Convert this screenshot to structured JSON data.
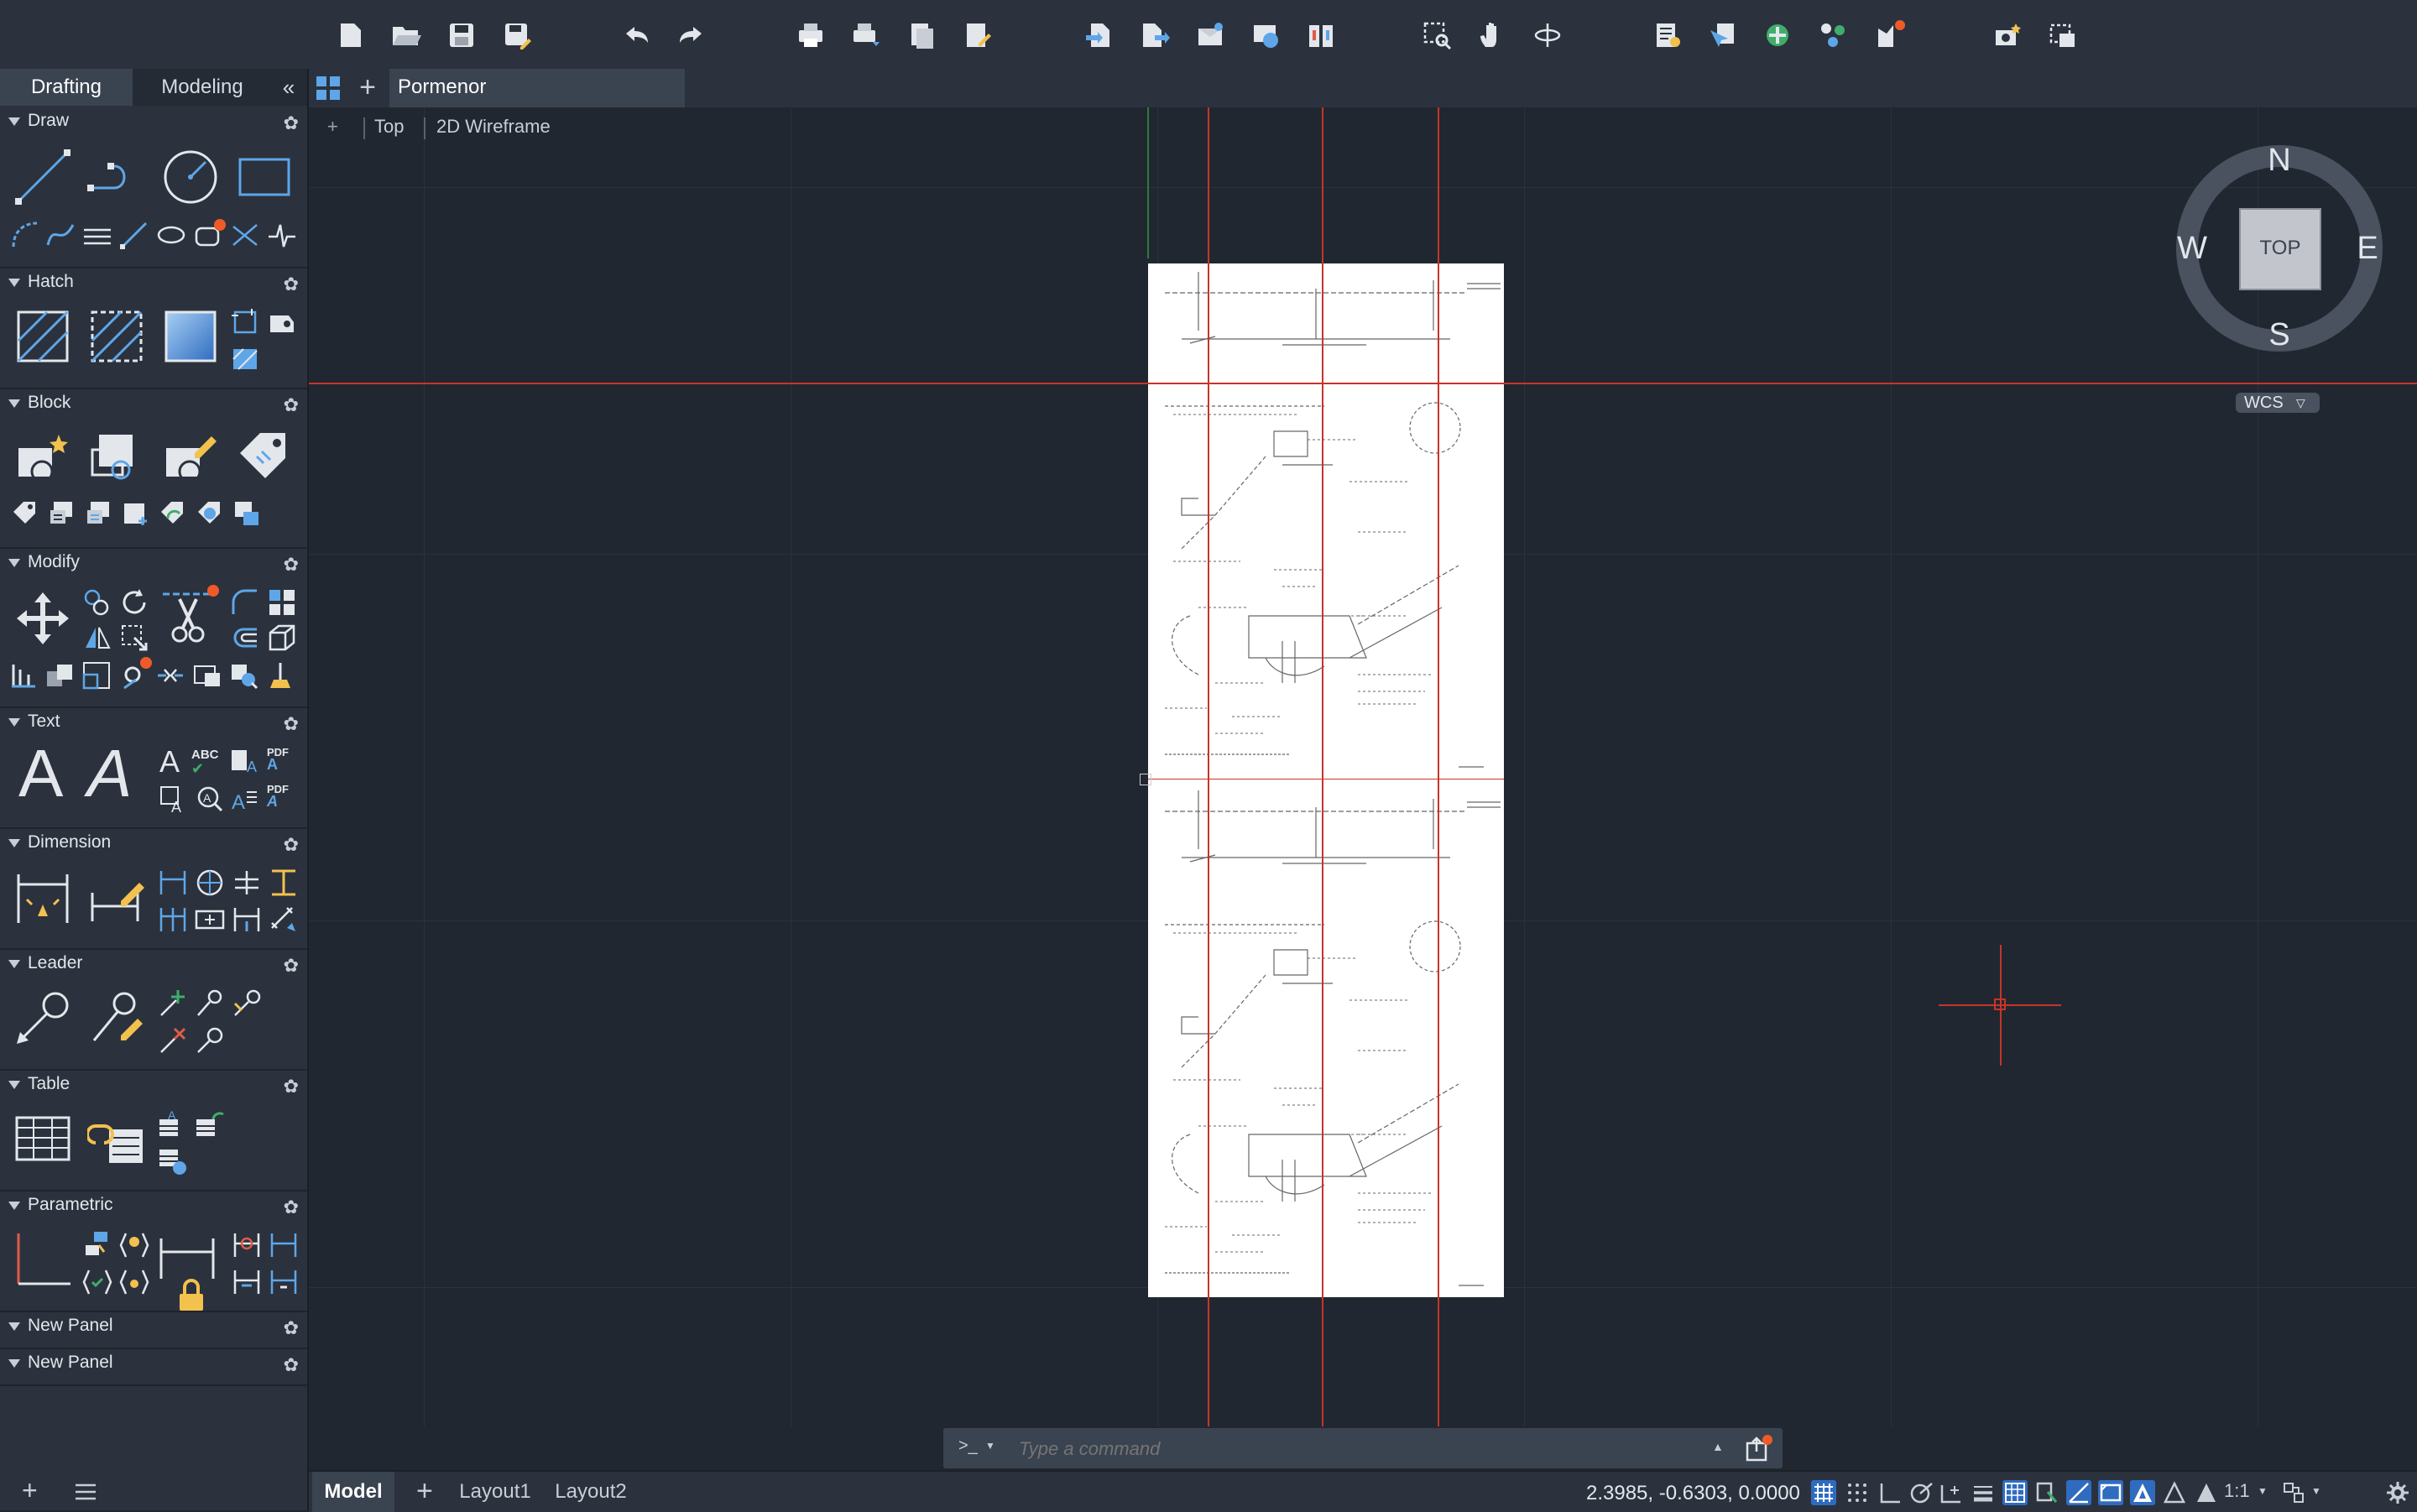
{
  "palette": {
    "tabs": [
      "Drafting",
      "Modeling"
    ],
    "collapse_glyph": "«",
    "sections": [
      "Draw",
      "Hatch",
      "Block",
      "Modify",
      "Text",
      "Dimension",
      "Leader",
      "Table",
      "Parametric",
      "New Panel",
      "New Panel"
    ],
    "text_icons": {
      "big_a": "A",
      "abc": "ABC",
      "pdf": "PDF"
    }
  },
  "file_tab": {
    "name": "Pormenor"
  },
  "viewport": {
    "controls": {
      "plus": "+",
      "view": "Top",
      "style": "2D Wireframe"
    }
  },
  "viewcube": {
    "north": "N",
    "south": "S",
    "east": "E",
    "west": "W",
    "face": "TOP",
    "ucs": "WCS"
  },
  "command_line": {
    "prompt": ">_",
    "placeholder": "Type a command"
  },
  "status": {
    "tabs": [
      "Model",
      "Layout1",
      "Layout2"
    ],
    "coords": "2.3985, -0.6303, 0.0000",
    "scale": "1:1"
  },
  "colors": {
    "accent": "#2f6cc0",
    "crosshair": "#d8362b",
    "notify": "#f05a28",
    "icon_blue": "#5ea6e8"
  }
}
